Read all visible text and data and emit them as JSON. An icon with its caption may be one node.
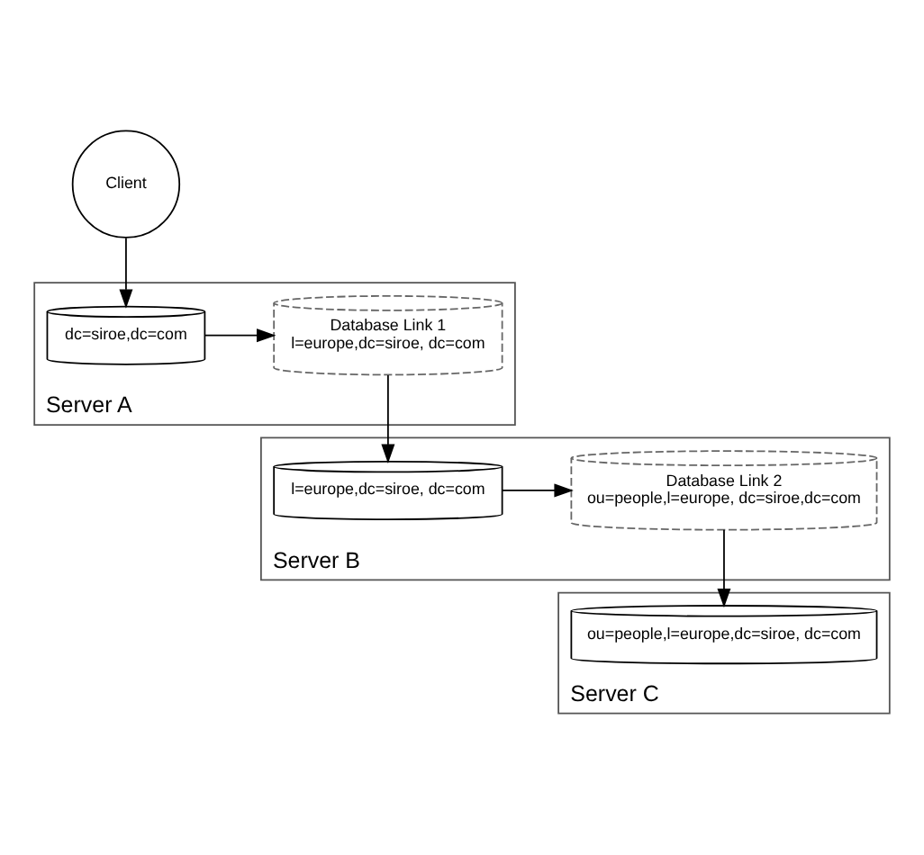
{
  "diagram": {
    "nodes": [
      {
        "text": [
          "Client"
        ]
      },
      {
        "text": [
          "Server A"
        ]
      },
      {
        "text": [
          "dc=siroe,dc=com"
        ],
        "in": 1
      },
      {
        "text": [
          "Database Link 1",
          "l=europe,dc=siroe, dc=com"
        ],
        "in": 1
      },
      {
        "text": [
          "Server B"
        ]
      },
      {
        "text": [
          "Database Link 2",
          "ou=people,l=europe, dc=siroe,dc=com"
        ],
        "in": 4
      },
      {
        "text": [
          "l=europe,dc=siroe, dc=com"
        ],
        "in": 4
      },
      {
        "text": [
          "Server C"
        ]
      },
      {
        "text": [
          "ou=people,l=europe,dc=siroe, dc=com"
        ],
        "in": 7
      }
    ],
    "edges": [
      {
        "from": 0,
        "to": 2,
        "arrow": "to"
      },
      {
        "from": 2,
        "to": 3,
        "arrow": "to"
      },
      {
        "from": 3,
        "to": 6,
        "arrow": "to"
      },
      {
        "from": 6,
        "to": 5,
        "arrow": "to"
      },
      {
        "from": 5,
        "to": 8,
        "arrow": "to"
      }
    ]
  }
}
